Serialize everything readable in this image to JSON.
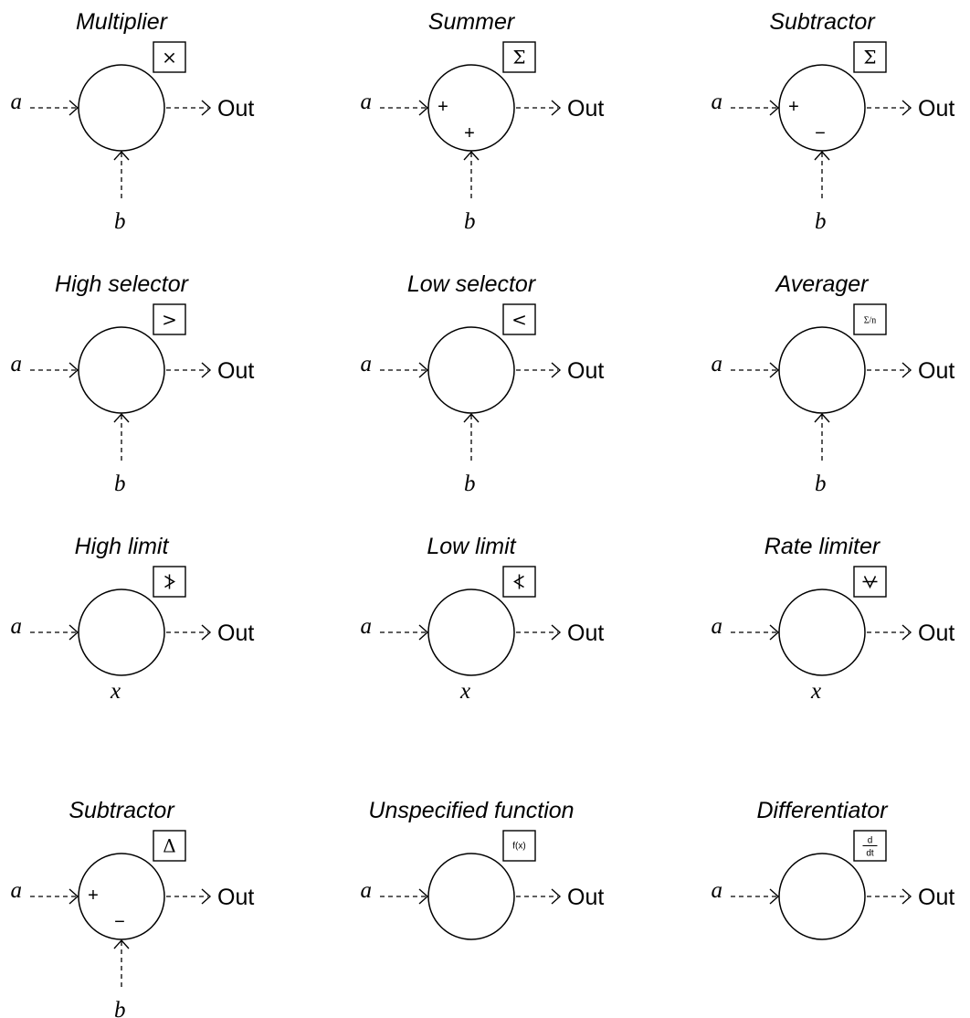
{
  "blocks": [
    {
      "title": "Multiplier",
      "symbol": "×",
      "symbol_kind": "plain",
      "input_a": "a",
      "bottom": "b",
      "bottom_kind": "arrow",
      "out": "Out",
      "signs": []
    },
    {
      "title": "Summer",
      "symbol": "Σ",
      "symbol_kind": "plain",
      "input_a": "a",
      "bottom": "b",
      "bottom_kind": "arrow",
      "out": "Out",
      "signs": [
        "+",
        "+"
      ]
    },
    {
      "title": "Subtractor",
      "symbol": "Σ",
      "symbol_kind": "plain",
      "input_a": "a",
      "bottom": "b",
      "bottom_kind": "arrow",
      "out": "Out",
      "signs": [
        "+",
        "−"
      ]
    },
    {
      "title": "High selector",
      "symbol": ">",
      "symbol_kind": "plain",
      "input_a": "a",
      "bottom": "b",
      "bottom_kind": "arrow",
      "out": "Out",
      "signs": []
    },
    {
      "title": "Low selector",
      "symbol": "<",
      "symbol_kind": "plain",
      "input_a": "a",
      "bottom": "b",
      "bottom_kind": "arrow",
      "out": "Out",
      "signs": []
    },
    {
      "title": "Averager",
      "symbol": "Σ/n",
      "symbol_kind": "small",
      "input_a": "a",
      "bottom": "b",
      "bottom_kind": "arrow",
      "out": "Out",
      "signs": []
    },
    {
      "title": "High limit",
      "symbol": "high-limit-icon",
      "symbol_kind": "highlimit",
      "input_a": "a",
      "bottom": "x",
      "bottom_kind": "label",
      "out": "Out",
      "signs": []
    },
    {
      "title": "Low limit",
      "symbol": "low-limit-icon",
      "symbol_kind": "lowlimit",
      "input_a": "a",
      "bottom": "x",
      "bottom_kind": "label",
      "out": "Out",
      "signs": []
    },
    {
      "title": "Rate limiter",
      "symbol": "rate-limit-icon",
      "symbol_kind": "ratelimit",
      "input_a": "a",
      "bottom": "x",
      "bottom_kind": "label",
      "out": "Out",
      "signs": []
    },
    {
      "title": "Subtractor",
      "symbol": "Δ",
      "symbol_kind": "plain",
      "input_a": "a",
      "bottom": "b",
      "bottom_kind": "arrow",
      "out": "Out",
      "signs": [
        "+",
        "−"
      ]
    },
    {
      "title": "Unspecified function",
      "symbol": "f(x)",
      "symbol_kind": "tiny",
      "input_a": "a",
      "bottom": "",
      "bottom_kind": "none",
      "out": "Out",
      "signs": []
    },
    {
      "title": "Differentiator",
      "symbol": "d/dt",
      "symbol_kind": "fraction",
      "symbol_num": "d",
      "symbol_den": "dt",
      "input_a": "a",
      "bottom": "",
      "bottom_kind": "none",
      "out": "Out",
      "signs": []
    }
  ]
}
